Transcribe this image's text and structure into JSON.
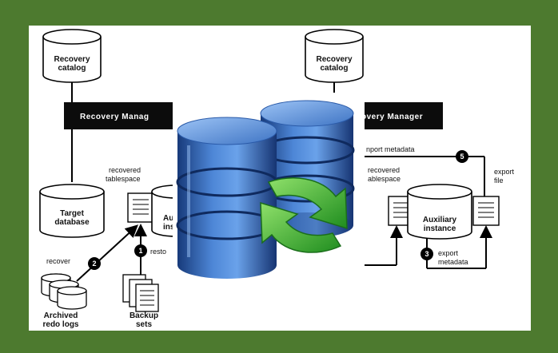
{
  "left": {
    "recovery_catalog": [
      "Recovery",
      "catalog"
    ],
    "recovery_manager": "Recovery Manag",
    "recovered_tablespace": [
      "recovered",
      "tablespace"
    ],
    "target_database": [
      "Target",
      "database"
    ],
    "auxiliary_partial": [
      "Au",
      "ins"
    ],
    "recover_label": "recover",
    "restore_label": "resto",
    "step_recover": "2",
    "step_restore": "1",
    "archived_redo_logs": [
      "Archived",
      "redo logs"
    ],
    "backup_sets": [
      "Backup",
      "sets"
    ]
  },
  "right": {
    "recovery_catalog": [
      "Recovery",
      "catalog"
    ],
    "recovery_manager": "overy Manager",
    "import_metadata": "nport metadata",
    "step_import": "5",
    "recovered_tablespace": [
      "recovered",
      "ablespace"
    ],
    "export_file": [
      "export",
      "file"
    ],
    "auxiliary_instance": [
      "Auxiliary",
      "instance"
    ],
    "step_export": "3",
    "export_metadata": [
      "export",
      "metadata"
    ]
  },
  "overlay": {
    "icon": "database-sync-icon",
    "cylinder_color": "#2f5fae",
    "arrow_color": "#2fae2f"
  }
}
